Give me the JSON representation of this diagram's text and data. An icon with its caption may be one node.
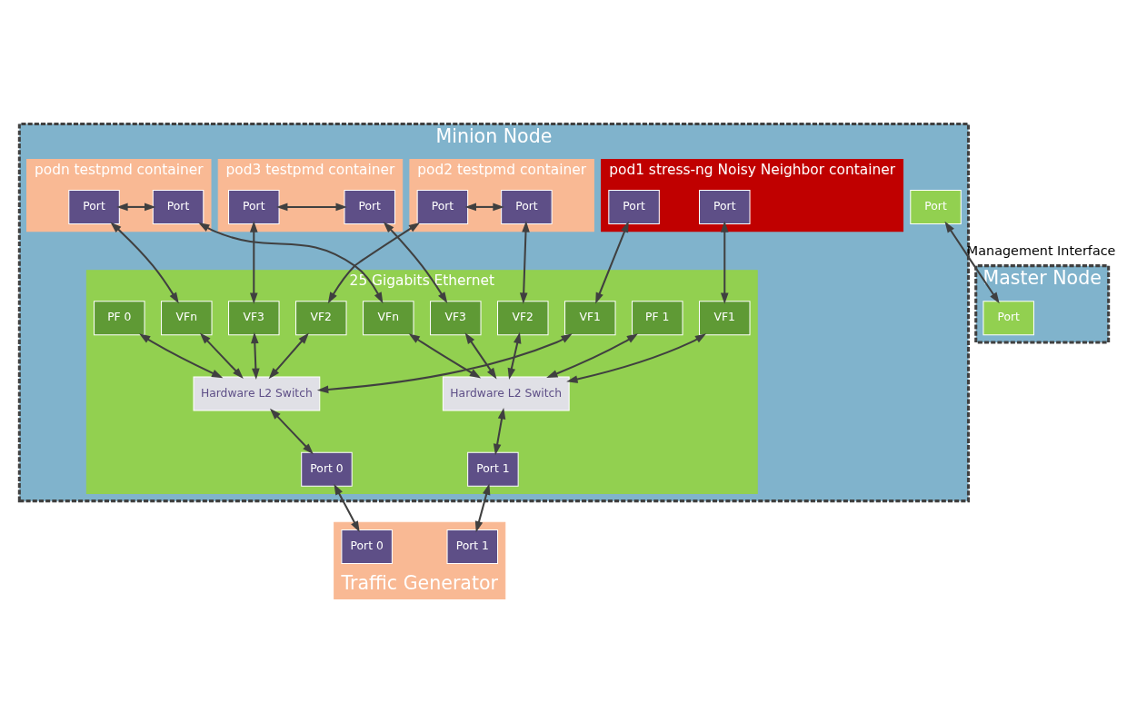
{
  "diagram": {
    "nodes": [
      {
        "text": [
          "Minion Node"
        ]
      },
      {
        "text": [
          "Port"
        ],
        "in": 0
      },
      {
        "text": [
          "pod1 stress-ng Noisy Neighbor container"
        ],
        "in": 0
      },
      {
        "text": [
          "Port"
        ],
        "in": 2
      },
      {
        "text": [
          "Port"
        ],
        "in": 2
      },
      {
        "text": [
          "pod2 testpmd container"
        ],
        "in": 0
      },
      {
        "text": [
          "Port"
        ],
        "in": 5
      },
      {
        "text": [
          "Port"
        ],
        "in": 5
      },
      {
        "text": [
          "pod3 testpmd container"
        ],
        "in": 0
      },
      {
        "text": [
          "Port"
        ],
        "in": 8
      },
      {
        "text": [
          "Port"
        ],
        "in": 8
      },
      {
        "text": [
          "podn testpmd container"
        ],
        "in": 0
      },
      {
        "text": [
          "Port"
        ],
        "in": 11
      },
      {
        "text": [
          "Port"
        ],
        "in": 11
      },
      {
        "text": [
          "25 Gigabits Ethernet"
        ],
        "in": 0
      },
      {
        "text": [
          "PF 0"
        ],
        "in": 14
      },
      {
        "text": [
          "VF1"
        ],
        "in": 14
      },
      {
        "text": [
          "VF2"
        ],
        "in": 14
      },
      {
        "text": [
          "VF3"
        ],
        "in": 14
      },
      {
        "text": [
          "VFn"
        ],
        "in": 14
      },
      {
        "text": [
          "VF1"
        ],
        "in": 14
      },
      {
        "text": [
          "VF2"
        ],
        "in": 14
      },
      {
        "text": [
          "VF3"
        ],
        "in": 14
      },
      {
        "text": [
          "VFn"
        ],
        "in": 14
      },
      {
        "text": [
          "PF 1"
        ],
        "in": 14
      },
      {
        "text": [
          "Hardware L2 Switch"
        ],
        "in": 14
      },
      {
        "text": [
          "Hardware L2 Switch"
        ],
        "in": 14
      },
      {
        "text": [
          "Port 0"
        ],
        "in": 14
      },
      {
        "text": [
          "Port 1"
        ],
        "in": 14
      },
      {
        "text": [
          "Master Node"
        ]
      },
      {
        "text": [
          "Port"
        ],
        "in": 29
      },
      {
        "text": [
          "Traffic Generator"
        ]
      },
      {
        "text": [
          "Port 0"
        ],
        "in": 31
      },
      {
        "text": [
          "Port 1"
        ],
        "in": 31
      }
    ],
    "edges": [
      {
        "from": 1,
        "to": 30,
        "arrow": "both",
        "label": "Management Interface"
      },
      {
        "from": 6,
        "to": 7,
        "arrow": "both"
      },
      {
        "from": 9,
        "to": 10,
        "arrow": "both"
      },
      {
        "from": 12,
        "to": 13,
        "arrow": "both"
      },
      {
        "from": 3,
        "to": 16,
        "arrow": "both"
      },
      {
        "from": 4,
        "to": 20,
        "arrow": "both"
      },
      {
        "from": 6,
        "to": 17,
        "arrow": "both"
      },
      {
        "from": 7,
        "to": 21,
        "arrow": "both"
      },
      {
        "from": 9,
        "to": 18,
        "arrow": "both"
      },
      {
        "from": 10,
        "to": 22,
        "arrow": "both"
      },
      {
        "from": 12,
        "to": 19,
        "arrow": "both"
      },
      {
        "from": 13,
        "to": 23,
        "arrow": "both"
      },
      {
        "from": 15,
        "to": 25,
        "arrow": "both"
      },
      {
        "from": 16,
        "to": 25,
        "arrow": "both"
      },
      {
        "from": 17,
        "to": 25,
        "arrow": "both"
      },
      {
        "from": 18,
        "to": 25,
        "arrow": "both"
      },
      {
        "from": 19,
        "to": 25,
        "arrow": "both"
      },
      {
        "from": 20,
        "to": 26,
        "arrow": "both"
      },
      {
        "from": 21,
        "to": 26,
        "arrow": "both"
      },
      {
        "from": 22,
        "to": 26,
        "arrow": "both"
      },
      {
        "from": 23,
        "to": 26,
        "arrow": "both"
      },
      {
        "from": 24,
        "to": 26,
        "arrow": "both"
      },
      {
        "from": 25,
        "to": 27,
        "arrow": "both"
      },
      {
        "from": 26,
        "to": 28,
        "arrow": "both"
      },
      {
        "from": 27,
        "to": 32,
        "arrow": "both"
      },
      {
        "from": 28,
        "to": 33,
        "arrow": "both"
      }
    ]
  }
}
